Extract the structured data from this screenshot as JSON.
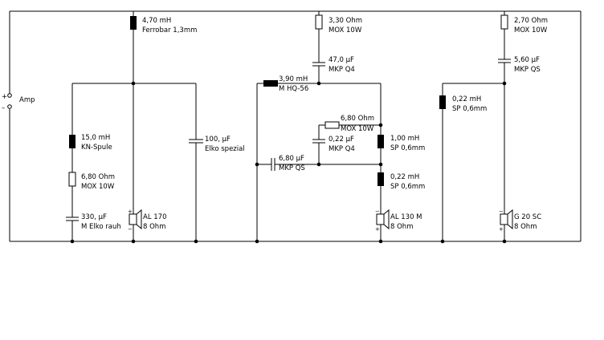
{
  "terminals": {
    "plus": "+",
    "minus": "–",
    "amp_label": "Amp"
  },
  "components": {
    "l_ferrobar": {
      "value": "4,70 mH",
      "type": "Ferrobar 1,3mm"
    },
    "l_kn": {
      "value": "15,0 mH",
      "type": "KN-Spule"
    },
    "r_bass": {
      "value": "6,80 Ohm",
      "type": "MOX 10W"
    },
    "c_bass": {
      "value": "330, µF",
      "type": "M Elko rauh"
    },
    "c_elko": {
      "value": "100, µF",
      "type": "Elko spezial"
    },
    "spk_al170": {
      "name": "AL 170",
      "impedance": "8 Ohm"
    },
    "r_mid_top": {
      "value": "3,30 Ohm",
      "type": "MOX 10W"
    },
    "c_mid_top": {
      "value": "47,0 µF",
      "type": "MKP Q4"
    },
    "l_hq56": {
      "value": "3,90 mH",
      "type": "M HQ-56"
    },
    "r_mid_notch": {
      "value": "6,80 Ohm",
      "type": "MOX 10W"
    },
    "c_mid_notch": {
      "value": "0,22 µF",
      "type": "MKP Q4"
    },
    "l_mid_1": {
      "value": "1,00 mH",
      "type": "SP 0,6mm"
    },
    "c_mid_mkpqs": {
      "value": "6,80 µF",
      "type": "MKP QS"
    },
    "l_mid_2": {
      "value": "0,22 mH",
      "type": "SP 0,6mm"
    },
    "spk_al130": {
      "name": "AL 130 M",
      "impedance": "8 Ohm"
    },
    "r_tw_top": {
      "value": "2,70 Ohm",
      "type": "MOX 10W"
    },
    "c_tw_top": {
      "value": "5,60 µF",
      "type": "MKP QS"
    },
    "l_tw": {
      "value": "0,22 mH",
      "type": "SP 0,6mm"
    },
    "spk_g20": {
      "name": "G 20 SC",
      "impedance": "8 Ohm"
    }
  }
}
